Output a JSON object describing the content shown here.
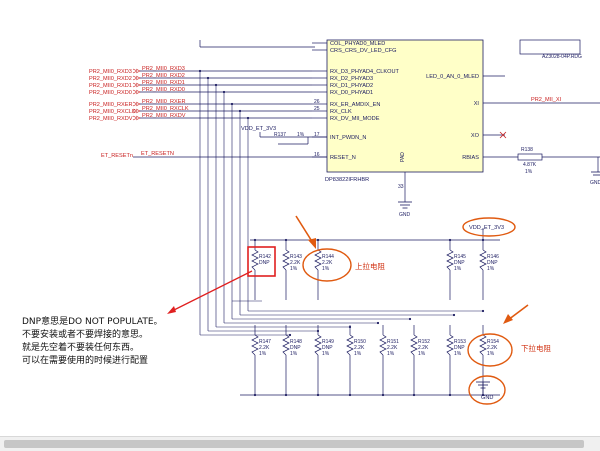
{
  "colors": {
    "wire": "#1b1b60",
    "net_red": "#c81e1e",
    "chip_fill": "#ffffc8",
    "annotation": "#d03010"
  },
  "chip": {
    "part": "DP83822IFRHBR",
    "pad": "PAD",
    "left_pins": [
      {
        "num": "",
        "name": "COL_PHYAD0_MLED"
      },
      {
        "num": "",
        "name": "CRS_CRS_DV_LED_CFG"
      },
      {
        "num": "",
        "name": "RX_D3_PHYAD4_CLKOUT"
      },
      {
        "num": "",
        "name": "RX_D2_PHYAD3"
      },
      {
        "num": "",
        "name": "RX_D1_PHYAD2"
      },
      {
        "num": "",
        "name": "RX_D0_PHYAD1"
      },
      {
        "num": "26",
        "name": "RX_ER_AMDIX_EN"
      },
      {
        "num": "25",
        "name": "RX_CLK"
      },
      {
        "num": "",
        "name": "RX_DV_MII_MODE"
      },
      {
        "num": "17",
        "name": "INT_PWDN_N"
      },
      {
        "num": "16",
        "name": "RESET_N"
      }
    ],
    "right_pins": [
      {
        "num": "",
        "name": "LED_0_AN_0_MLED"
      },
      {
        "num": "",
        "name": "XI"
      },
      {
        "num": "",
        "name": "XO"
      },
      {
        "num": "",
        "name": "RBIAS"
      }
    ],
    "bottom_pin": "33"
  },
  "nets": {
    "rx": [
      {
        "outer": "PR2_MII0_RXD3",
        "inner": "PR2_MII0_RXD3"
      },
      {
        "outer": "PR2_MII0_RXD2",
        "inner": "PR2_MII0_RXD2"
      },
      {
        "outer": "PR2_MII0_RXD1",
        "inner": "PR2_MII0_RXD1"
      },
      {
        "outer": "PR2_MII0_RXD0",
        "inner": "PR2_MII0_RXD0"
      }
    ],
    "ctrl": [
      {
        "outer": "PR2_MII0_RXER",
        "inner": "PR2_MII0_RXER"
      },
      {
        "outer": "PR2_MII0_RXCLK",
        "inner": "PR2_MII0_RXCLK"
      },
      {
        "outer": "PR2_MII0_RXDV",
        "inner": "PR2_MII0_RXDV"
      }
    ],
    "reset_outer": "ET_RESETn",
    "reset_inner": "ET_RESETN",
    "xi": "PR2_MII_XI",
    "pullup_supply": "VDD_ET_3V3",
    "int_pullup_ref": "R137",
    "int_pullup_value": "1%",
    "crystal_part": "AZ3028-04P.RDG",
    "gnd": "GND"
  },
  "r138": {
    "ref": "R138",
    "value": "4.87K",
    "tol": "1%"
  },
  "pullups": [
    {
      "ref": "R142",
      "value": "DNP",
      "tol": ""
    },
    {
      "ref": "R143",
      "value": "2.2K",
      "tol": "1%"
    },
    {
      "ref": "R144",
      "value": "2.2K",
      "tol": "1%"
    },
    {
      "ref": "R145",
      "value": "DNP",
      "tol": "1%"
    },
    {
      "ref": "R146",
      "value": "DNP",
      "tol": "1%"
    }
  ],
  "pulldowns": [
    {
      "ref": "R147",
      "value": "2.2K",
      "tol": "1%"
    },
    {
      "ref": "R148",
      "value": "DNP",
      "tol": "1%"
    },
    {
      "ref": "R149",
      "value": "DNP",
      "tol": "1%"
    },
    {
      "ref": "R150",
      "value": "2.2K",
      "tol": "1%"
    },
    {
      "ref": "R151",
      "value": "2.2K",
      "tol": "1%"
    },
    {
      "ref": "R152",
      "value": "2.2K",
      "tol": "1%"
    },
    {
      "ref": "R153",
      "value": "DNP",
      "tol": "1%"
    },
    {
      "ref": "R154",
      "value": "2.2K",
      "tol": "1%"
    }
  ],
  "annotations": {
    "pullup_label": "上拉电阻",
    "pulldown_label": "下拉电阻",
    "vdd_label": "VDD_ET_3V3",
    "gnd_label": "GND",
    "note": [
      "DNP意思是DO NOT POPULATE。",
      "不要安装或者不要焊接的意思。",
      "就是先空着不要装任何东西。",
      "可以在需要使用的时候进行配置"
    ]
  }
}
